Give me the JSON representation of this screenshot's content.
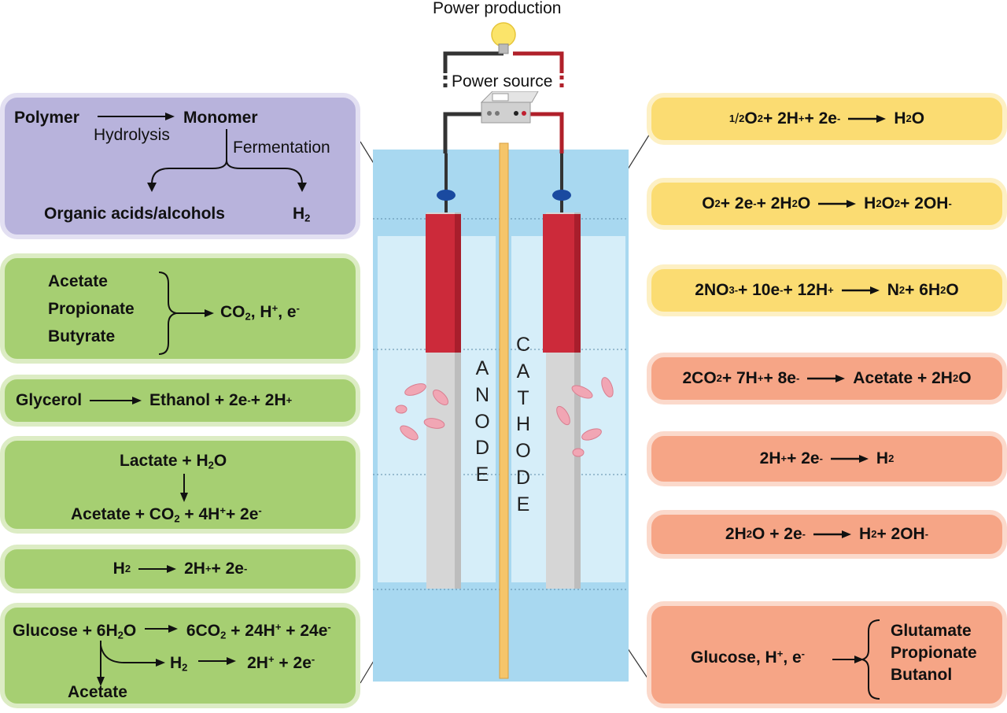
{
  "top": {
    "power_production": "Power production",
    "power_source": "Power source"
  },
  "electrodes": {
    "anode_letters": [
      "A",
      "N",
      "O",
      "D",
      "E"
    ],
    "cathode_letters": [
      "C",
      "A",
      "T",
      "H",
      "O",
      "D",
      "E"
    ]
  },
  "left_boxes": {
    "b1": {
      "polymer": "Polymer",
      "hydrolysis": "Hydrolysis",
      "monomer": "Monomer",
      "fermentation": "Fermentation",
      "organic": "Organic acids/alcohols",
      "h2_base": "H",
      "h2_sub": "2"
    },
    "b2": {
      "items": [
        "Acetate",
        "Propionate",
        "Butyrate"
      ],
      "p1": "CO",
      "p2": "2",
      "p3": ", H",
      "p4": "+",
      "p5": ", e",
      "p6": "-"
    },
    "b3": {
      "a": "Glycerol",
      "b": "Ethanol + 2e",
      "c": "-",
      "d": " + 2H",
      "e": "+"
    },
    "b4": {
      "l1a": "Lactate + H",
      "l1b": "2",
      "l1c": "O",
      "l2a": "Acetate + CO",
      "l2b": "2",
      "l2c": " + 4H",
      "l2d": "+",
      "l2e": "+ 2e",
      "l2f": "-"
    },
    "b5": {
      "a": "H",
      "b": "2",
      "c": "2H",
      "d": "+",
      "e": " + 2e",
      "f": "-"
    },
    "b6": {
      "l1a": "Glucose + 6H",
      "l1b": "2",
      "l1c": "O",
      "l1d": "6CO",
      "l1e": "2",
      "l1f": " + 24H",
      "l1g": "+",
      "l1h": " + 24e",
      "l1i": "-",
      "l2a": "H",
      "l2b": "2",
      "l2c": "2H",
      "l2d": "+",
      "l2e": " + 2e",
      "l2f": "-",
      "acetate": "Acetate"
    }
  },
  "right_boxes": {
    "r1": {
      "a": "1",
      "b": "/",
      "c": "2",
      "d": " O",
      "e": "2",
      "f": " + 2H",
      "g": "+",
      "h": "+ 2e",
      "i": "-",
      "j": "H",
      "k": "2",
      "l": "O"
    },
    "r2": {
      "a": "O",
      "b": "2",
      "c": " + 2e",
      "d": "-",
      "e": " + 2H",
      "f": "2",
      "g": "O",
      "h": "H",
      "i": "2",
      "j": "O",
      "k": "2",
      "l": "+ 2OH",
      "m": "-"
    },
    "r3": {
      "a": "2NO",
      "b": "3-",
      "c": " + 10e",
      "d": "-",
      "e": " + 12H",
      "f": "+",
      "g": "N",
      "h": "2",
      "i": " + 6H",
      "j": "2",
      "k": "O"
    },
    "r4": {
      "a": "2CO",
      "b": "2",
      "c": " + 7H",
      "d": "+",
      "e": " + 8e",
      "f": "-",
      "g": "Acetate + 2H",
      "h": "2",
      "i": "O"
    },
    "r5": {
      "a": "2H",
      "b": "+",
      "c": " + 2e",
      "d": "-",
      "e": "H",
      "f": "2"
    },
    "r6": {
      "a": "2H",
      "b": "2",
      "c": "O + 2e",
      "d": "-",
      "e": "H",
      "f": "2",
      "g": " + 2OH",
      "h": "-"
    },
    "r7": {
      "a": "Glucose, H",
      "b": "+",
      "c": ", e",
      "d": "-",
      "items": [
        "Glutamate",
        "Propionate",
        "Butanol"
      ]
    }
  },
  "colors": {
    "purple": "#b8b3dc",
    "green": "#a6cf72",
    "yellow": "#fbdc72",
    "salmon": "#f6a586",
    "chamber": "#a8d8f0",
    "electrode_red": "#cc2a3a",
    "electrode_gray": "#d6d6d6",
    "membrane": "#f5c56a",
    "wire_red": "#b0202a",
    "wire_black": "#333333"
  },
  "icons": [
    "light-bulb-icon",
    "power-supply-icon",
    "bacteria-icon"
  ]
}
